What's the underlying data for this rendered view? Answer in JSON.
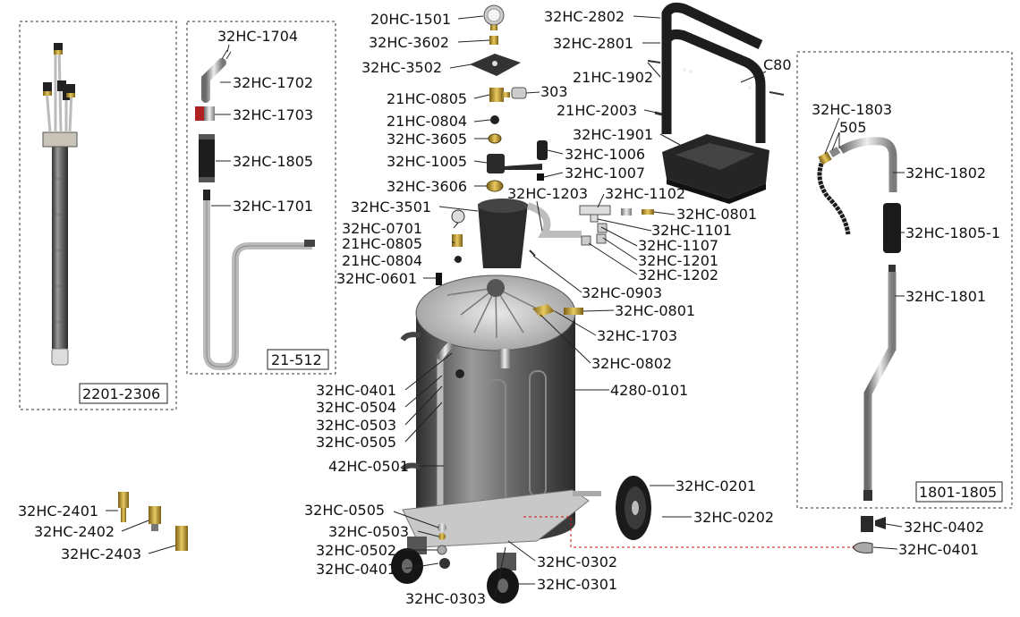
{
  "diagram": {
    "part_labels": [
      "20HC-1501",
      "32HC-3602",
      "32HC-3502",
      "21HC-0805",
      "303",
      "21HC-0804",
      "32HC-3605",
      "32HC-1006",
      "32HC-1005",
      "32HC-1007",
      "32HC-3606",
      "32HC-3501",
      "32HC-1203",
      "32HC-1102",
      "32HC-0801",
      "32HC-0701",
      "32HC-1101",
      "21HC-0805",
      "32HC-1107",
      "21HC-0804",
      "32HC-1201",
      "32HC-1202",
      "32HC-0601",
      "32HC-0903",
      "32HC-0801",
      "32HC-1703",
      "32HC-0802",
      "4280-0101",
      "32HC-0401",
      "32HC-0504",
      "32HC-0503",
      "32HC-0505",
      "42HC-0501",
      "32HC-0201",
      "32HC-0202",
      "32HC-0505",
      "32HC-0503",
      "32HC-0502",
      "32HC-0401",
      "32HC-0302",
      "32HC-0301",
      "32HC-0303",
      "32HC-2802",
      "32HC-2801",
      "C80",
      "21HC-1902",
      "21HC-2003",
      "32HC-1901",
      "32HC-1704",
      "32HC-1702",
      "32HC-1703",
      "32HC-1805",
      "32HC-1701",
      "32HC-1803",
      "505",
      "32HC-1802",
      "32HC-1805-1",
      "32HC-1801",
      "32HC-0402",
      "32HC-0401",
      "32HC-2401",
      "32HC-2402",
      "32HC-2403"
    ],
    "kit_labels": [
      "2201-2306",
      "21-512",
      "1801-1805"
    ],
    "colors": {
      "metal_dark": "#3a3a3a",
      "metal_mid": "#8a8a8a",
      "metal_light": "#d8d8d8",
      "brass": "#b8942a",
      "rubber": "#1a1a1a",
      "red_part": "#b02020",
      "leader_red": "#d01010"
    }
  }
}
